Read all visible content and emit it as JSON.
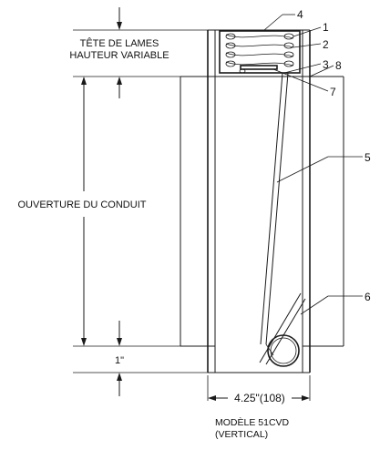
{
  "labels": {
    "tete_line1": "TÊTE DE LAMES",
    "tete_line2": "HAUTEUR VARIABLE",
    "ouverture": "OUVERTURE DU CONDUIT",
    "one_inch": "1\"",
    "width_dim": "4.25\"(108)",
    "model_line1": "MODÈLE 51CVD",
    "model_line2": "(VERTICAL)"
  },
  "callouts": [
    "1",
    "2",
    "3",
    "4",
    "5",
    "6",
    "7",
    "8"
  ]
}
